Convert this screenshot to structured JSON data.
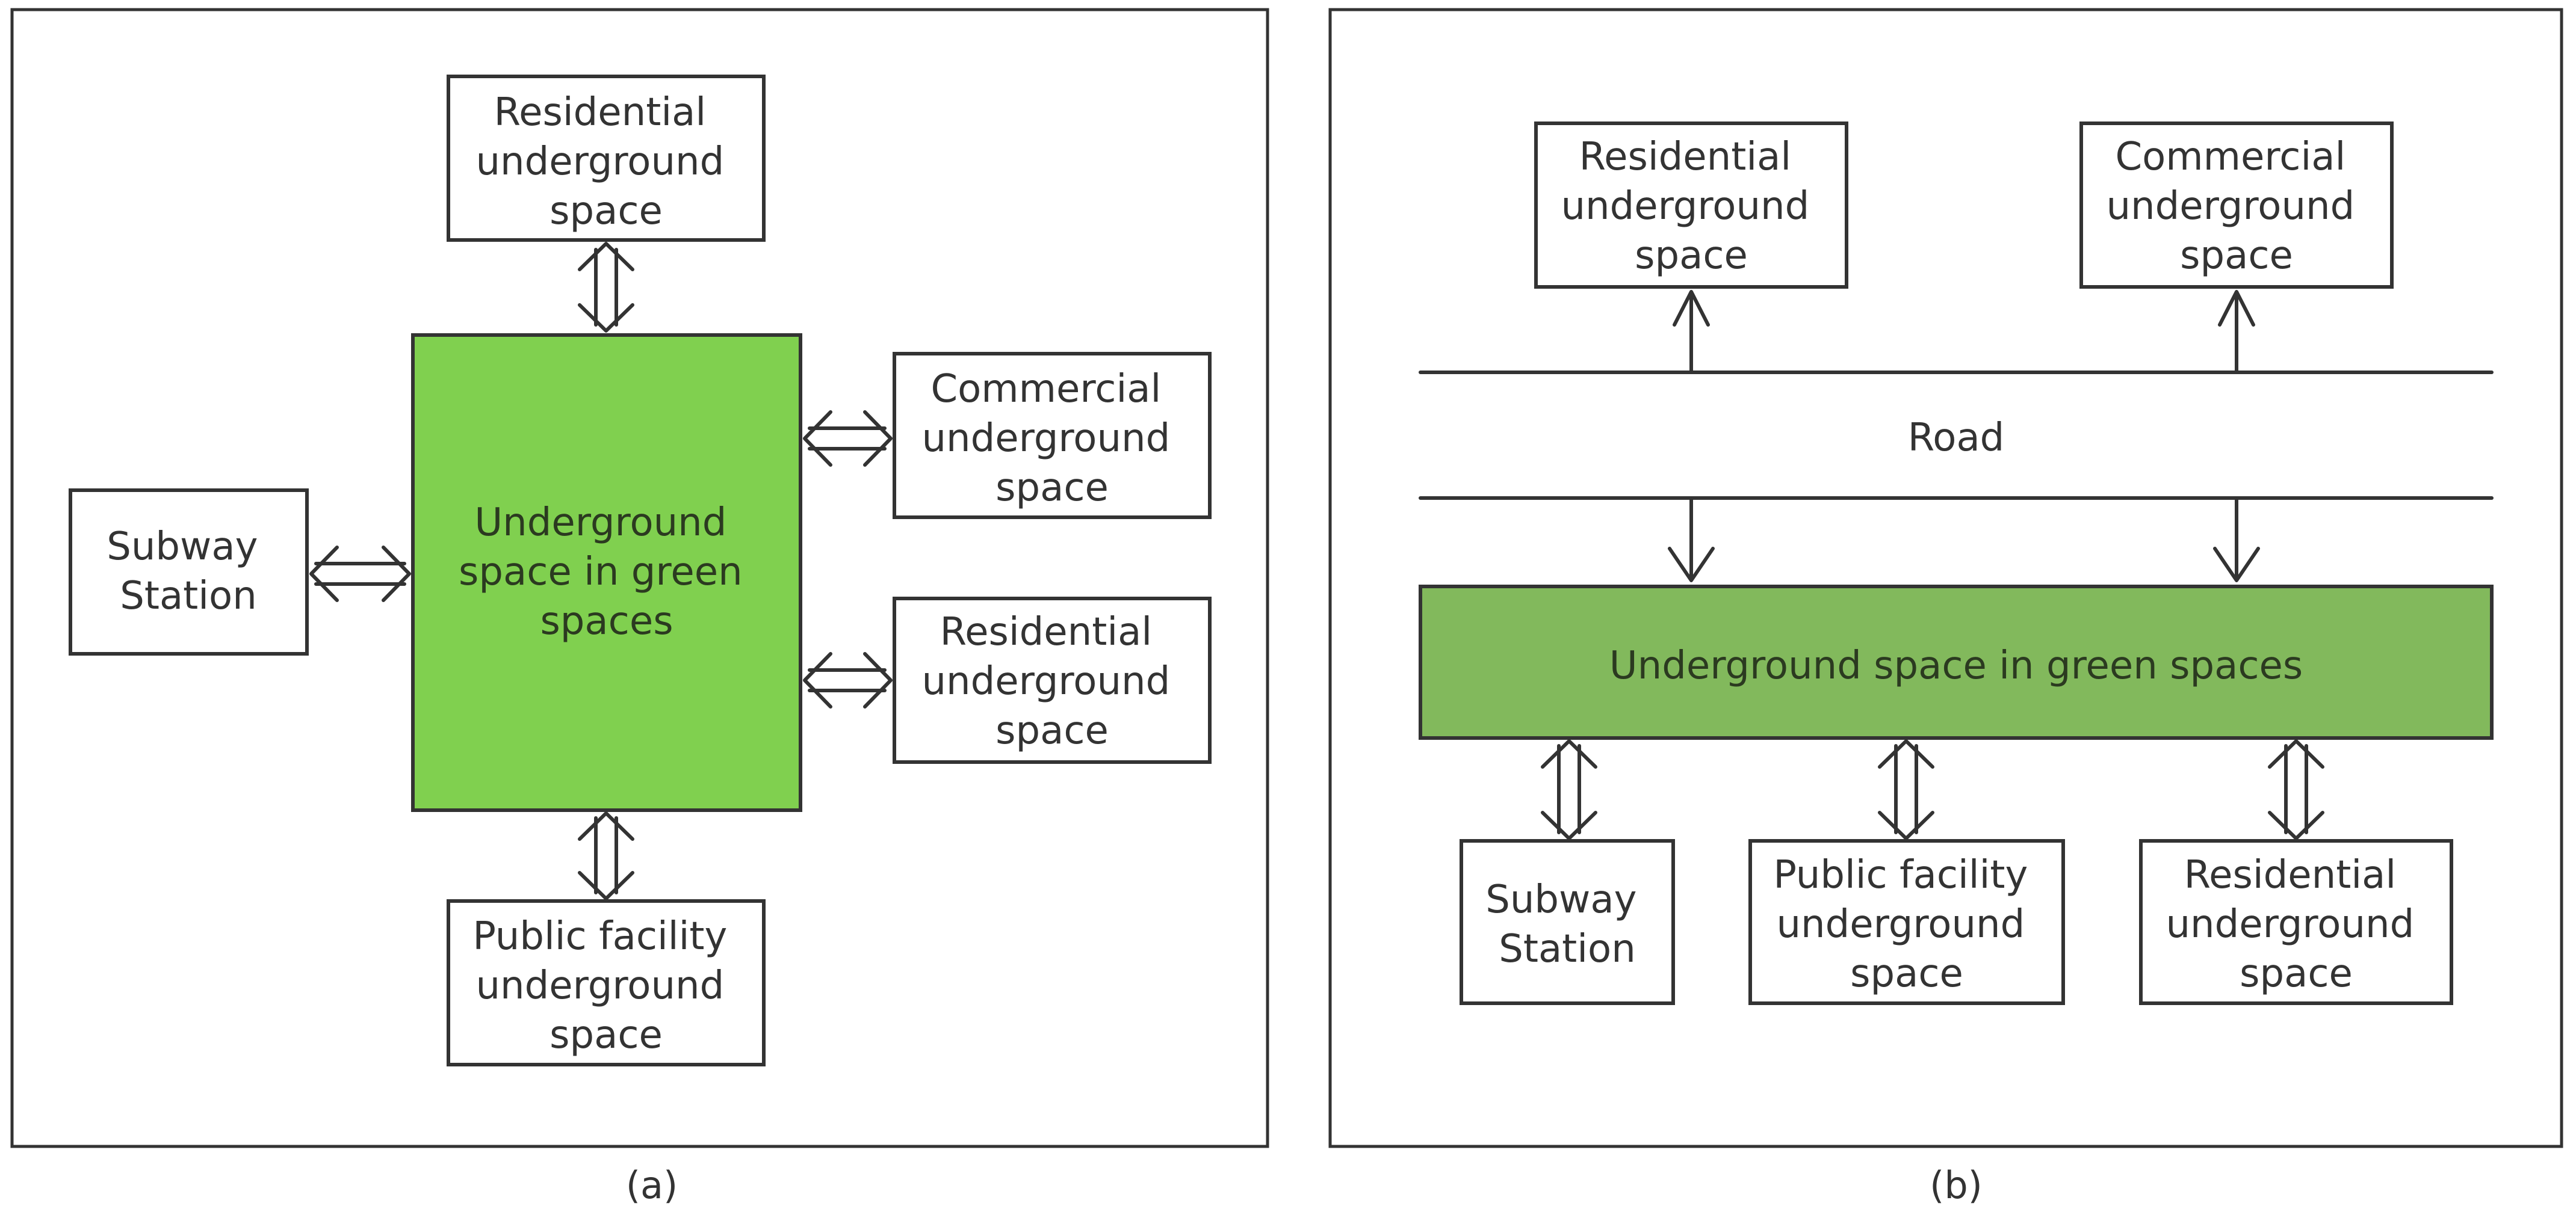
{
  "panel_a": {
    "caption": "(a)",
    "center": [
      "Underground",
      "space in green",
      "spaces"
    ],
    "top": [
      "Residential",
      "underground",
      "space"
    ],
    "right_upper": [
      "Commercial",
      "underground",
      "space"
    ],
    "right_lower": [
      "Residential",
      "underground",
      "space"
    ],
    "left": [
      "Subway",
      "Station"
    ],
    "bottom": [
      "Public facility",
      "underground",
      "space"
    ]
  },
  "panel_b": {
    "caption": "(b)",
    "top_left": [
      "Residential",
      "underground",
      "space"
    ],
    "top_right": [
      "Commercial",
      "underground",
      "space"
    ],
    "road": "Road",
    "center": "Underground space in green spaces",
    "bottom_left": [
      "Subway",
      "Station"
    ],
    "bottom_middle": [
      "Public facility",
      "underground",
      "space"
    ],
    "bottom_right": [
      "Residential",
      "underground",
      "space"
    ]
  },
  "colors": {
    "green_a": "#80d04f",
    "green_b": "#82b95c",
    "line": "#333333"
  }
}
